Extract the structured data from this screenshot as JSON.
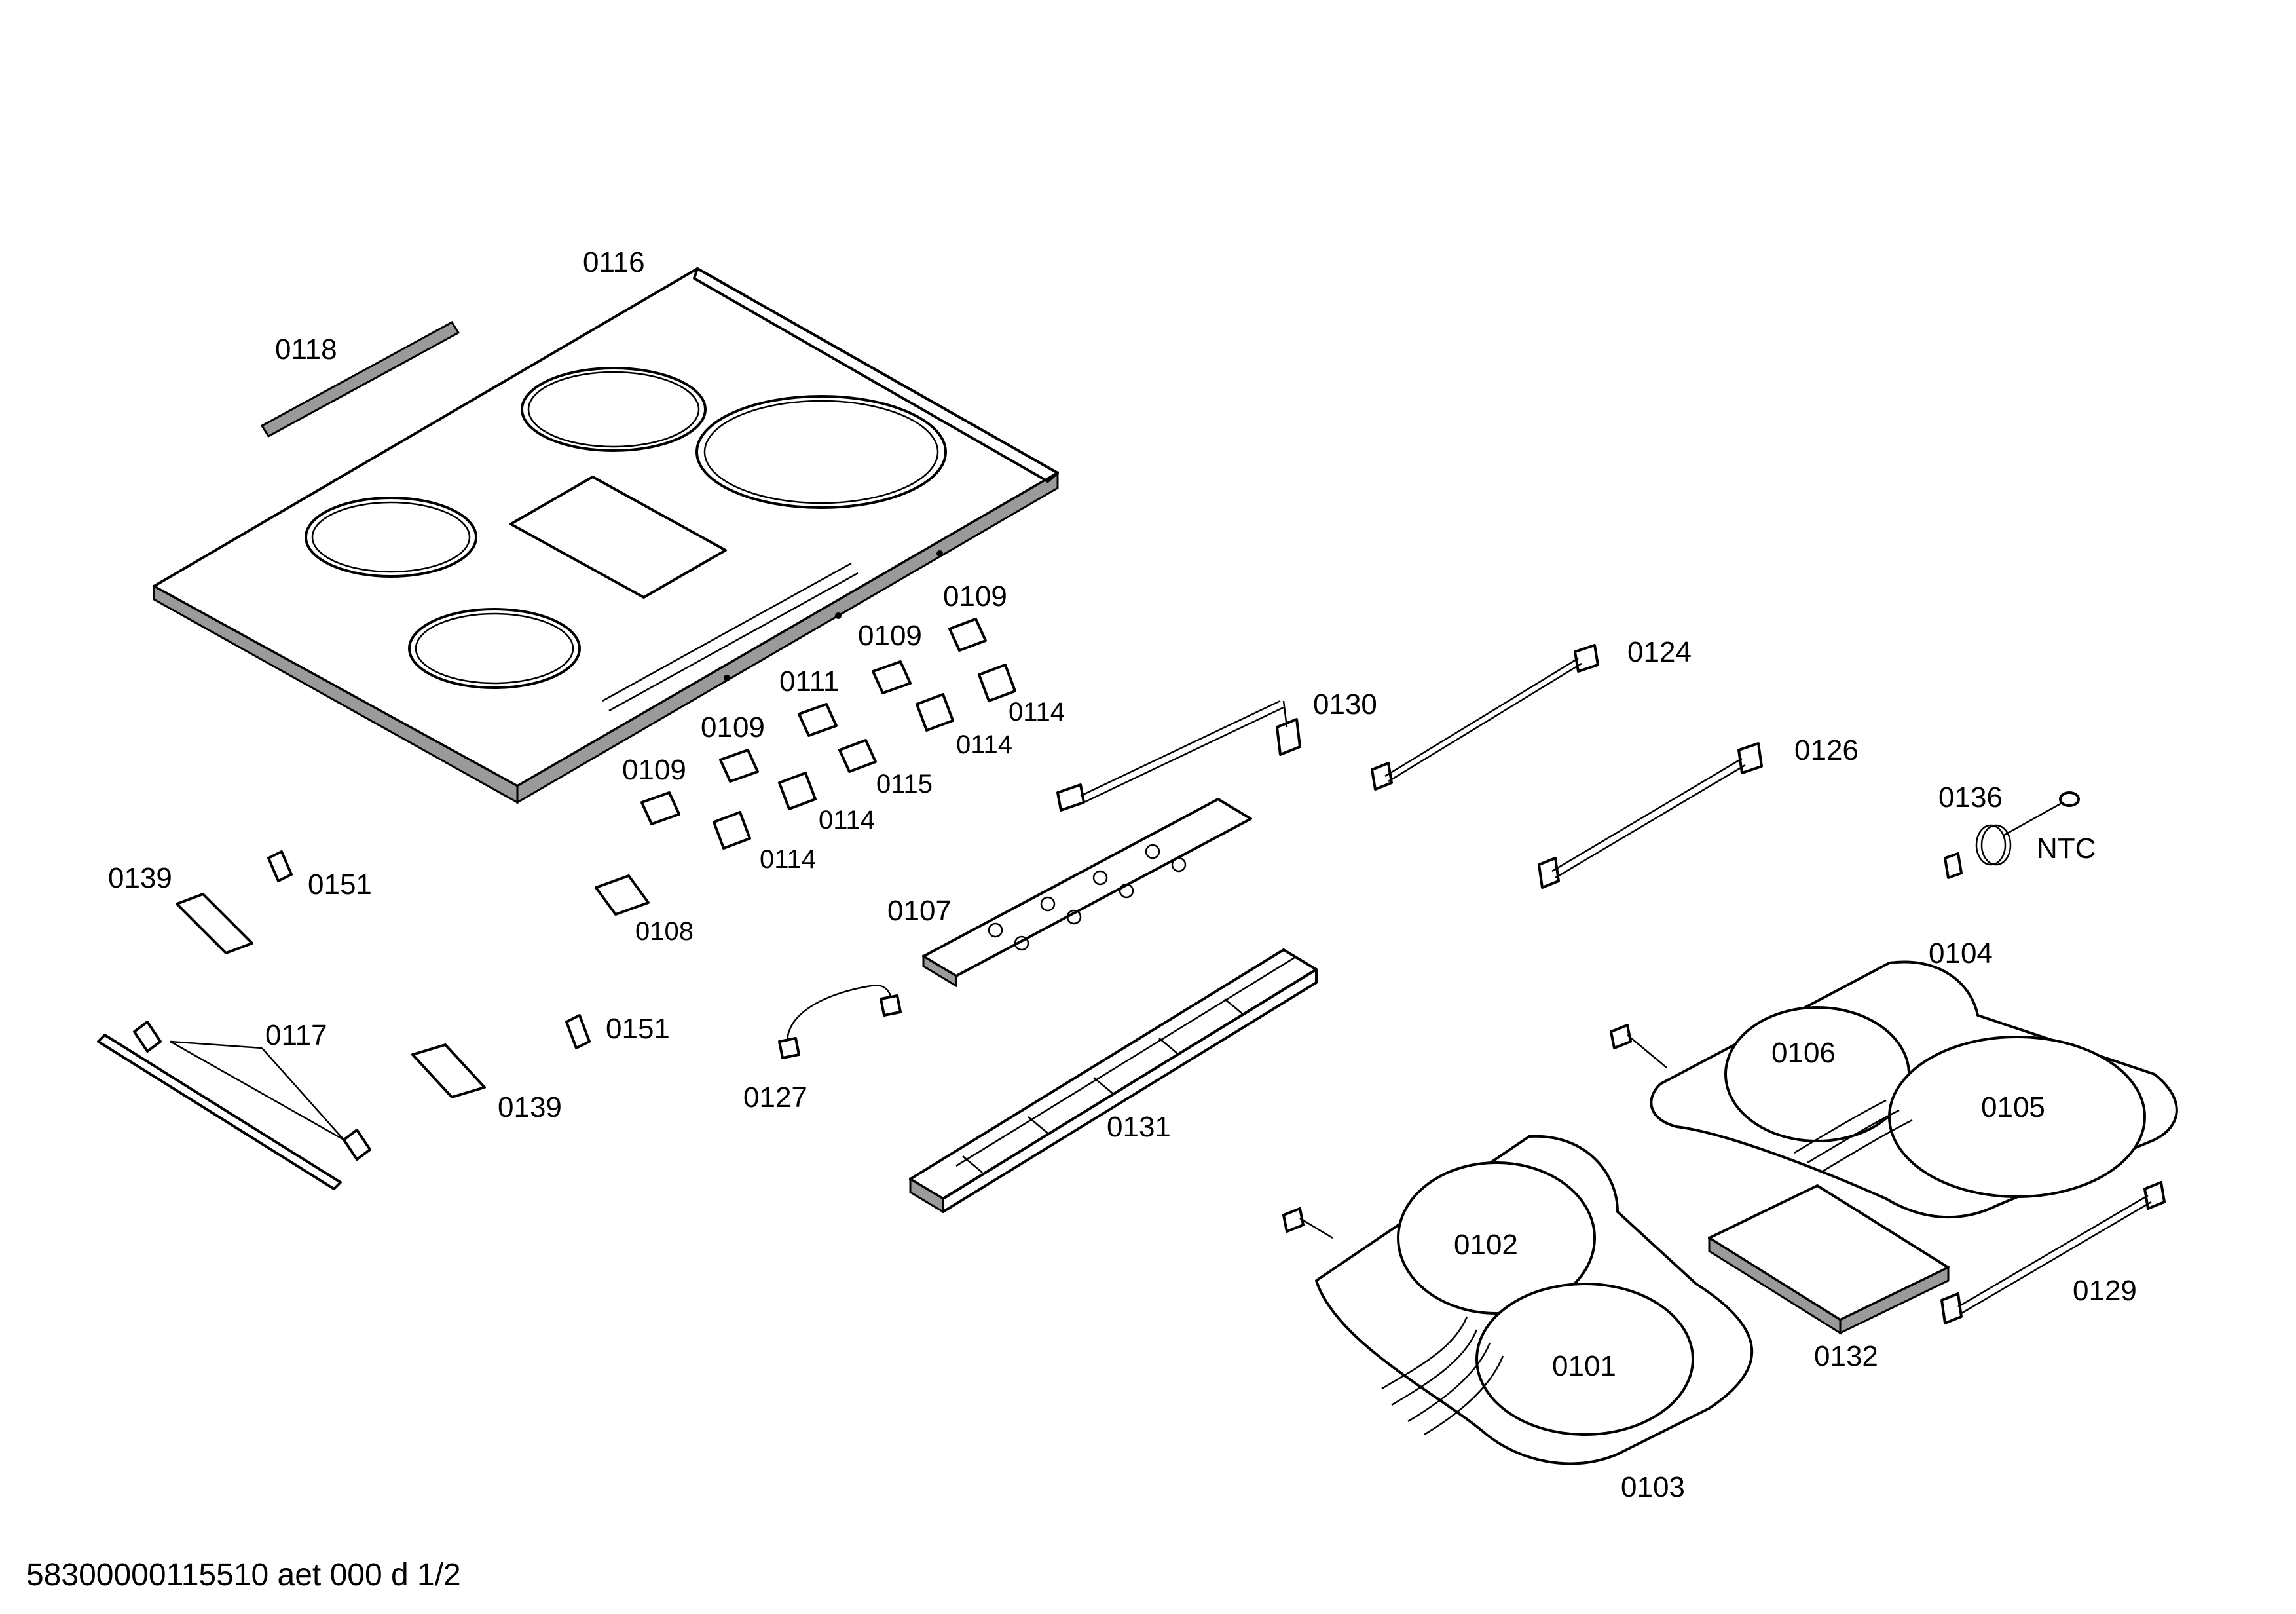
{
  "labels": {
    "p0116": "0116",
    "p0118": "0118",
    "p0109a": "0109",
    "p0109b": "0109",
    "p0109c": "0109",
    "p0109d": "0109",
    "p0111": "0111",
    "p0114a": "0114",
    "p0114b": "0114",
    "p0114c": "0114",
    "p0114d": "0114",
    "p0115": "0115",
    "p0108": "0108",
    "p0124": "0124",
    "p0126": "0126",
    "p0130": "0130",
    "p0136": "0136",
    "ntc": "NTC",
    "p0107": "0107",
    "p0104": "0104",
    "p0106": "0106",
    "p0105": "0105",
    "p0139a": "0139",
    "p0139b": "0139",
    "p0151a": "0151",
    "p0151b": "0151",
    "p0117": "0117",
    "p0127": "0127",
    "p0131": "0131",
    "p0102": "0102",
    "p0101": "0101",
    "p0103": "0103",
    "p0132": "0132",
    "p0129": "0129"
  },
  "footer": {
    "document_id": "58300000115510 aet 000 d 1/2"
  }
}
